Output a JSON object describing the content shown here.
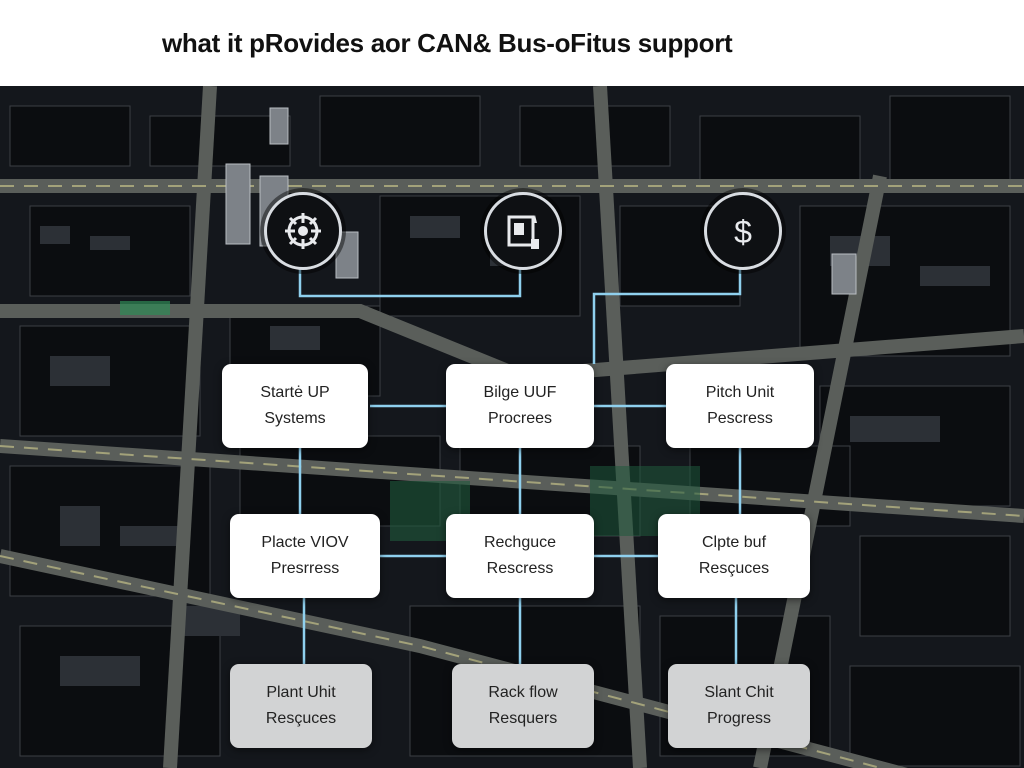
{
  "header": {
    "title": "what it pRovides aor CAN& Bus-oFitus support"
  },
  "icons": [
    {
      "name": "network-gear-icon"
    },
    {
      "name": "document-chart-icon"
    },
    {
      "name": "dollar-icon"
    }
  ],
  "rows": [
    [
      {
        "line1": "Startė UP",
        "line2": "Systems"
      },
      {
        "line1": "Bilge UUF",
        "line2": "Procrees"
      },
      {
        "line1": "Pitch Unit",
        "line2": "Pescress"
      }
    ],
    [
      {
        "line1": "Placte VIOV",
        "line2": "Presrress"
      },
      {
        "line1": "Rechguce",
        "line2": "Rescress"
      },
      {
        "line1": "Clpte buf",
        "line2": "Resçuces"
      }
    ],
    [
      {
        "line1": "Plant Uhit",
        "line2": "Resçuces"
      },
      {
        "line1": "Rack flow",
        "line2": "Resquers"
      },
      {
        "line1": "Slant Chit",
        "line2": "Progress"
      }
    ]
  ],
  "colors": {
    "connector": "#8fd0ee",
    "map_bg": "#14171c",
    "road": "#5a5e5a",
    "road_edge": "#a3a27a"
  }
}
